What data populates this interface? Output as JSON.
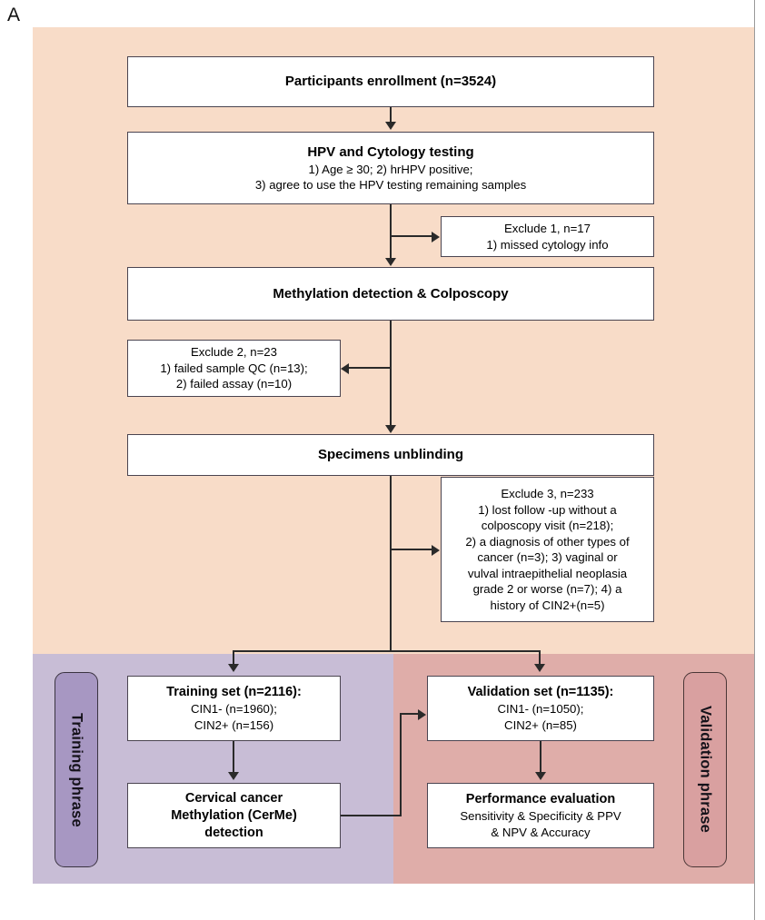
{
  "figure": {
    "panel_letter": "A",
    "type": "study-flow-diagram"
  },
  "colors": {
    "band_top": "#f8dcc8",
    "band_training": "#c8bdd6",
    "band_validation": "#dfada9",
    "pill_training": "#a797c2",
    "pill_validation": "#d9a0a0",
    "box_fill": "#ffffff",
    "box_border": "#4a4450",
    "connector": "#2a2a2a"
  },
  "phases": {
    "training_label": "Training phrase",
    "validation_label": "Validation phrase"
  },
  "nodes": {
    "enrollment": {
      "title": "Participants enrollment (n=3524)"
    },
    "hpv_cytology": {
      "title": "HPV and Cytology testing",
      "line1": "1) Age ≥  30; 2) hrHPV positive;",
      "line2": "3) agree to use the HPV testing remaining samples"
    },
    "exclude1": {
      "header": "Exclude 1, n=17",
      "line1": "1) missed cytology info"
    },
    "methylation": {
      "title": "Methylation detection & Colposcopy"
    },
    "exclude2": {
      "header": "Exclude 2, n=23",
      "line1": "1) failed sample QC (n=13);",
      "line2": "2) failed assay (n=10)"
    },
    "unblinding": {
      "title": "Specimens unblinding"
    },
    "exclude3": {
      "header": "Exclude 3, n=233",
      "line1": "1) lost follow -up without a",
      "line2": "colposcopy visit (n=218);",
      "line3": "2) a diagnosis of other types of",
      "line4": "cancer (n=3); 3) vaginal or",
      "line5": "vulval intraepithelial neoplasia",
      "line6": "grade 2 or worse (n=7); 4) a",
      "line7": "history of CIN2+(n=5)"
    },
    "training_set": {
      "title": "Training set (n=2116):",
      "line1": "CIN1- (n=1960);",
      "line2": "CIN2+ (n=156)"
    },
    "validation_set": {
      "title": "Validation set (n=1135):",
      "line1": "CIN1- (n=1050);",
      "line2": "CIN2+ (n=85)"
    },
    "cerme_detection": {
      "line1": "Cervical cancer",
      "line2": "Methylation (CerMe)",
      "line3": "detection"
    },
    "performance": {
      "title": "Performance evaluation",
      "line1": "Sensitivity & Specificity & PPV",
      "line2": "& NPV & Accuracy"
    }
  }
}
